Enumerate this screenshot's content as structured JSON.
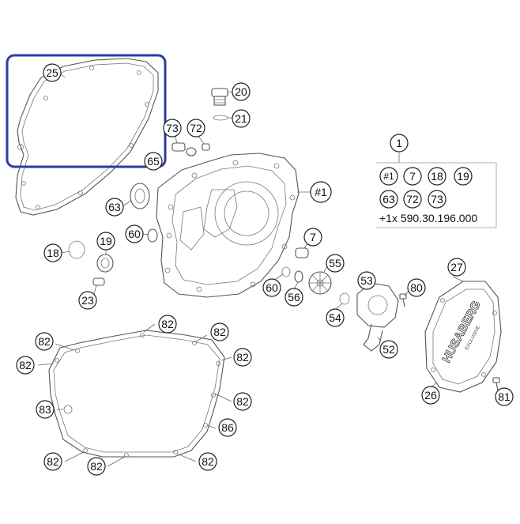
{
  "colors": {
    "highlight": "#2e3aa6",
    "line": "#555555",
    "callout_stroke": "#222222",
    "background": "#ffffff"
  },
  "callouts": {
    "c25": "25",
    "c20": "20",
    "c21": "21",
    "c73a": "73",
    "c72a": "72",
    "c65": "65",
    "c63a": "63",
    "c60a": "60",
    "c18a": "18",
    "c19a": "19",
    "c23": "23",
    "c1main": "#1",
    "c7a": "7",
    "c55": "55",
    "c60b": "60",
    "c56": "56",
    "c53": "53",
    "c80": "80",
    "c54": "54",
    "c52": "52",
    "c27": "27",
    "c26": "26",
    "c81": "81",
    "g82a": "82",
    "g82b": "82",
    "g82c": "82",
    "g82d": "82",
    "g82e": "82",
    "g82f": "82",
    "g82g": "82",
    "g82h": "82",
    "g83": "83",
    "g86": "86"
  },
  "kit": {
    "number": "1",
    "row1": [
      "#1",
      "7",
      "18",
      "19"
    ],
    "row2": [
      "63",
      "72",
      "73"
    ],
    "note": "+1x 590.30.196.000"
  },
  "cover_logo": {
    "text": "HUSABERG",
    "subtext": "EXCLUSIVE"
  }
}
